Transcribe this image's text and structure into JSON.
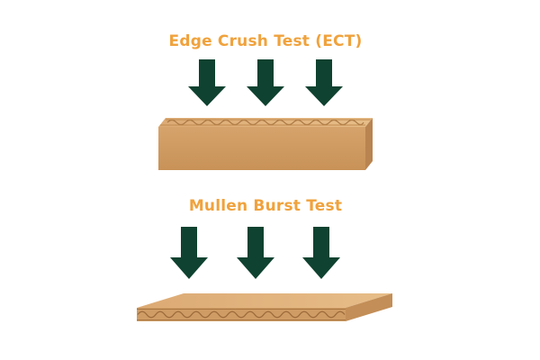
{
  "sections": {
    "ect": {
      "title": "Edge Crush Test (ECT)",
      "arrow_count": 3
    },
    "mullen": {
      "title": "Mullen Burst Test",
      "arrow_count": 3
    }
  },
  "colors": {
    "title": "#f0a23c",
    "arrow": "#0f4230",
    "cardboard_front": "#d4a06a",
    "cardboard_top": "#e3b681",
    "cardboard_side": "#b98450",
    "flute": "#a87642"
  },
  "icons": {
    "arrow": "arrow-down-icon",
    "cardboard": "corrugated-board"
  }
}
